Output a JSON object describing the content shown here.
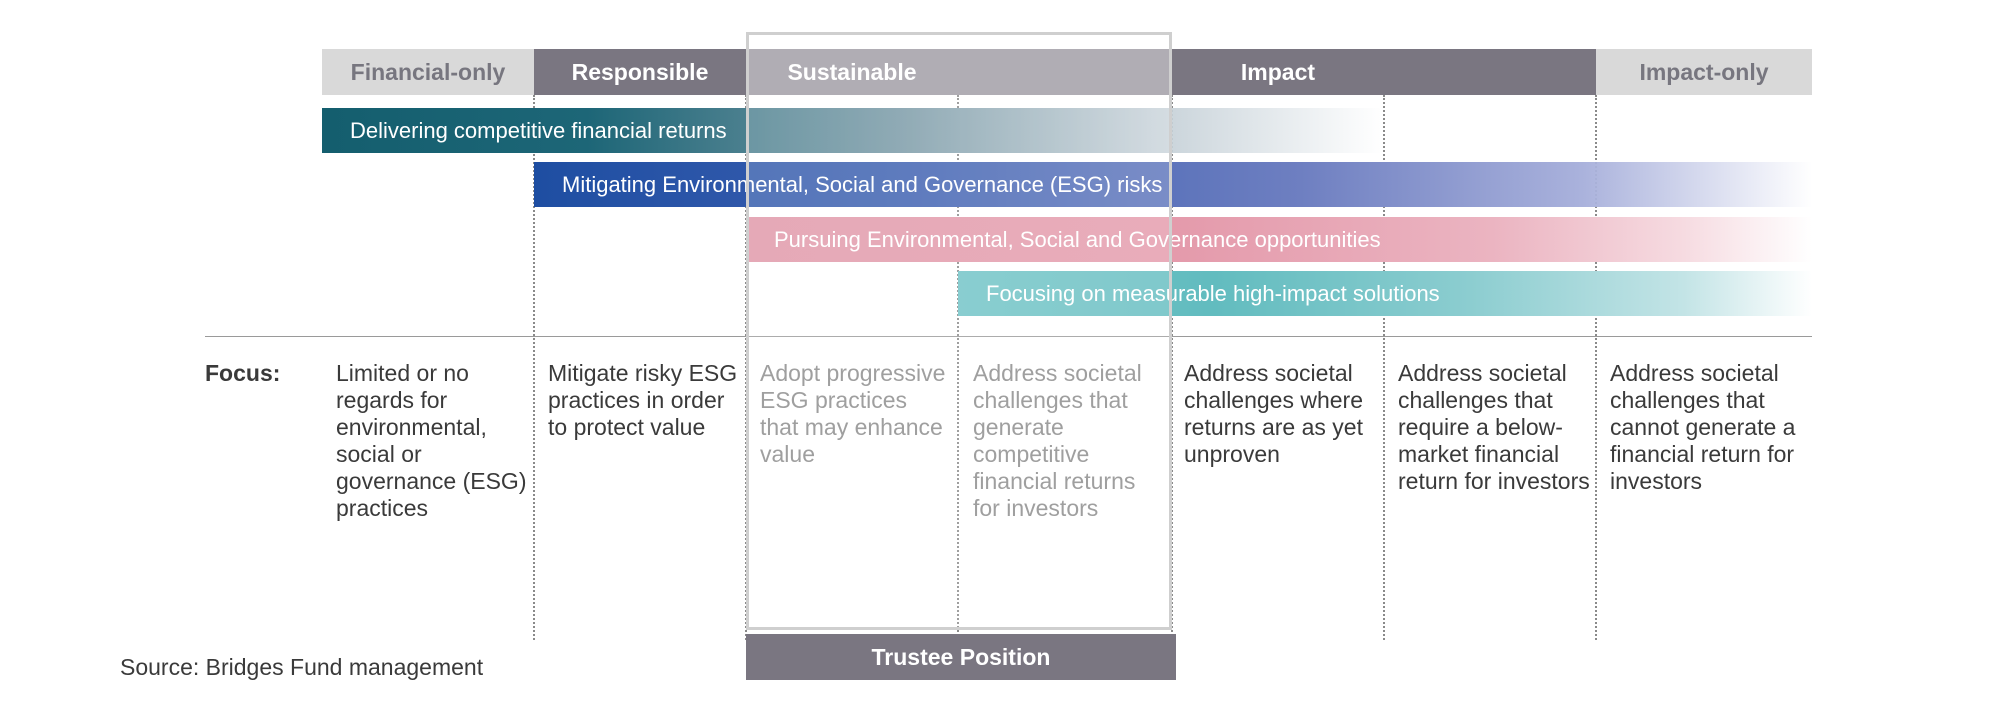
{
  "headers": [
    {
      "label": "Financial-only"
    },
    {
      "label": "Responsible"
    },
    {
      "label": "Sustainable"
    },
    {
      "label": ""
    },
    {
      "label": "Impact"
    },
    {
      "label": ""
    },
    {
      "label": "Impact-only"
    }
  ],
  "bars": {
    "returns": "Delivering competitive financial returns",
    "esg_risks": "Mitigating Environmental, Social and Governance (ESG) risks",
    "esg_opportunities": "Pursuing Environmental, Social and Governance opportunities",
    "high_impact": "Focusing on measurable high-impact solutions"
  },
  "focus": {
    "label": "Focus:",
    "items": [
      "Limited or no regards for environmental, social or governance (ESG) practices",
      "Mitigate risky ESG practices in order to protect value",
      "Adopt progressive ESG practices that may enhance value",
      "Address societal challenges that generate competitive financial returns for investors",
      "Address societal challenges where returns are as yet unproven",
      "Address societal challenges that require a below-market financial return for investors",
      "Address societal challenges that cannot generate a financial return for investors"
    ]
  },
  "trustee_position": "Trustee Position",
  "source": "Source: Bridges Fund management",
  "colors": {
    "header_light": "#d9d9d9",
    "header_dark": "#7a7681",
    "returns_bar": "#145e6e",
    "esg_risk_bar": "#1e4ea2",
    "esg_opportunity_bar": "#e097a8",
    "impact_bar": "#6fc3c6"
  }
}
